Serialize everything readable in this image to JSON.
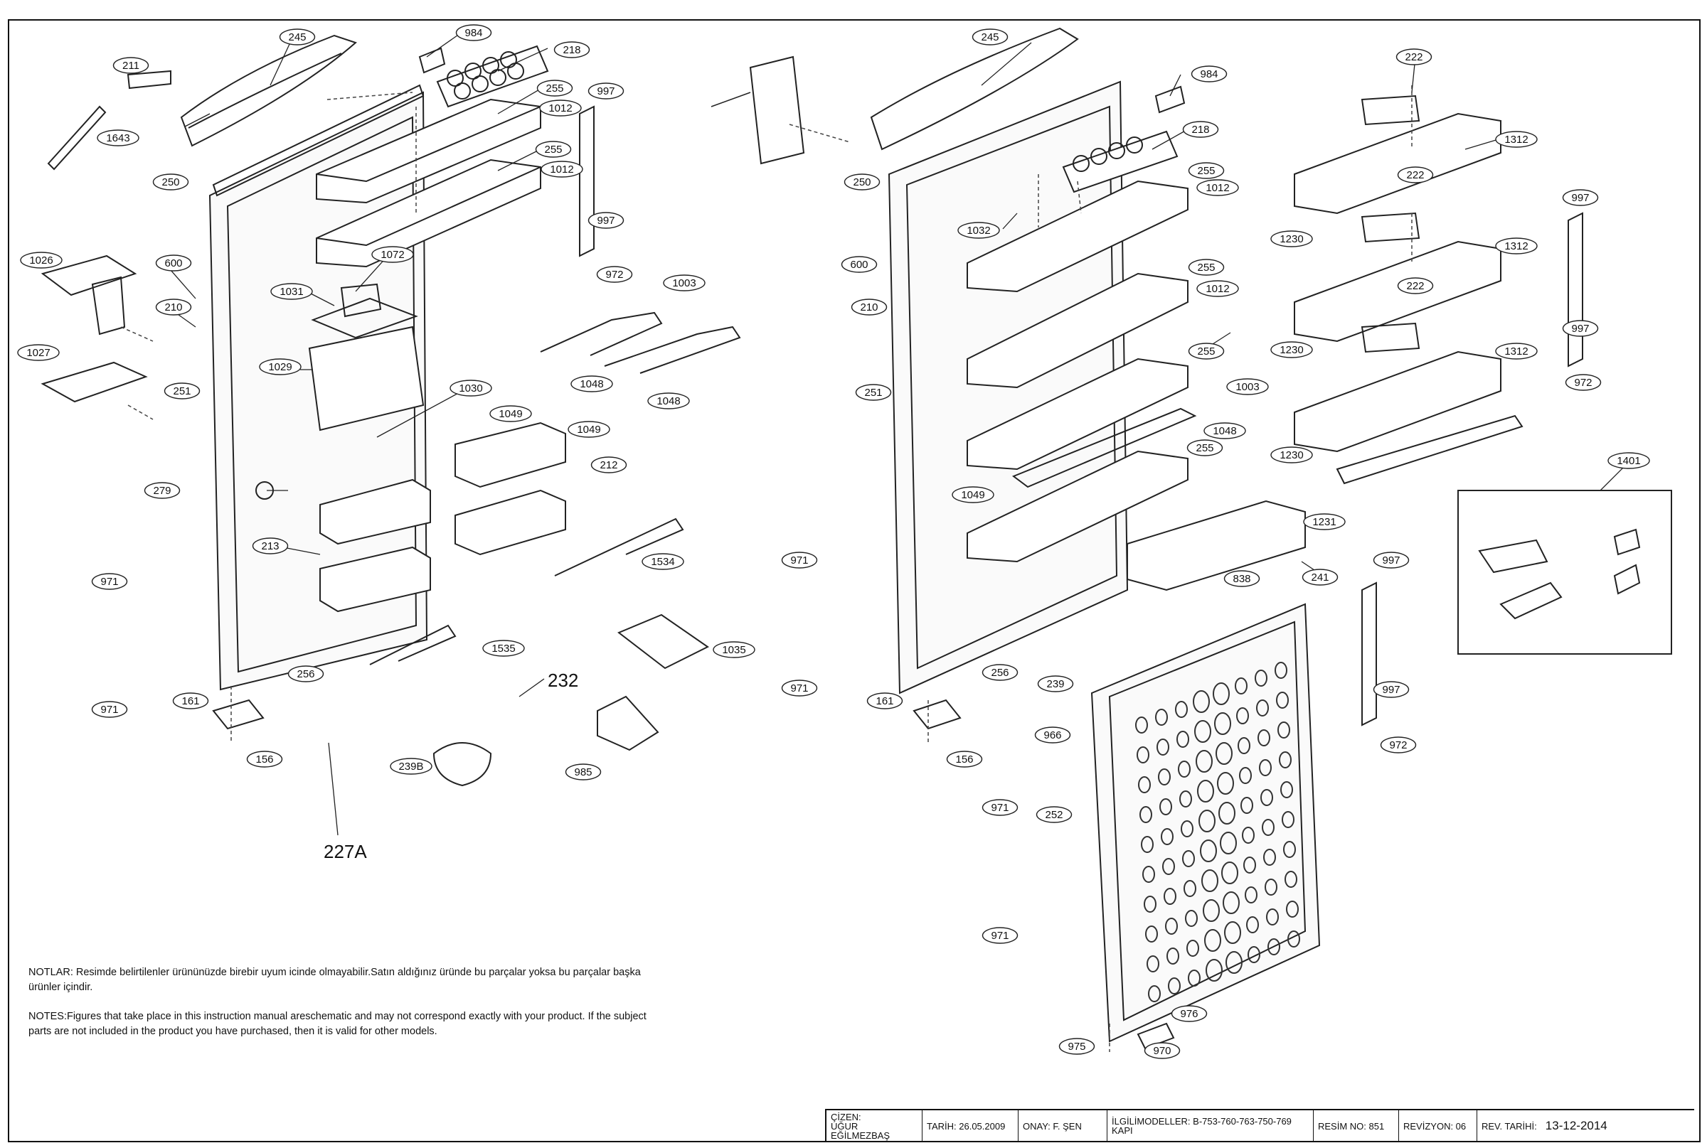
{
  "callouts": {
    "c245a": "245",
    "c984a": "984",
    "c218a": "218",
    "c211": "211",
    "c255a": "255",
    "c1012a": "1012",
    "c997a": "997",
    "c1643": "1643",
    "c255b": "255",
    "c1012b": "1012",
    "c250a": "250",
    "c997b": "997",
    "c972a": "972",
    "c1072": "1072",
    "c1026": "1026",
    "c600a": "600",
    "c1031": "1031",
    "c1003a": "1003",
    "c210a": "210",
    "c1027": "1027",
    "c1029": "1029",
    "c1048a": "1048",
    "c1048b": "1048",
    "c1049a": "1049",
    "c251a": "251",
    "c1030": "1030",
    "c1049b": "1049",
    "c212": "212",
    "c279": "279",
    "c213": "213",
    "c971a": "971",
    "c1534": "1534",
    "c1535": "1535",
    "c1035": "1035",
    "c256a": "256",
    "c161a": "161",
    "c971b": "971",
    "c156a": "156",
    "c239B": "239B",
    "c985": "985",
    "c245b": "245",
    "c984b": "984",
    "c250b": "250",
    "c218b": "218",
    "c1032": "1032",
    "c255c": "255",
    "c1012c": "1012",
    "c600b": "600",
    "c255d": "255",
    "c1012d": "1012",
    "c210b": "210",
    "c255e": "255",
    "c251b": "251",
    "c1003b": "1003",
    "c1048c": "1048",
    "c255f": "255",
    "c1049c": "1049",
    "c971c": "971",
    "c838": "838",
    "c241": "241",
    "c971d": "971",
    "c256b": "256",
    "c161b": "161",
    "c239": "239",
    "c156b": "156",
    "c966": "966",
    "c971e": "971",
    "c252": "252",
    "c971f": "971",
    "c976": "976",
    "c975": "975",
    "c970": "970",
    "c222a": "222",
    "c1312a": "1312",
    "c222b": "222",
    "c1230a": "1230",
    "c997c": "997",
    "c1312b": "1312",
    "c222c": "222",
    "c997d": "997",
    "c1230b": "1230",
    "c1312c": "1312",
    "c972b": "972",
    "c1230c": "1230",
    "c1231": "1231",
    "c1401": "1401",
    "c997e": "997",
    "c997f": "997",
    "c972c": "972"
  },
  "large_labels": {
    "l232": "232",
    "l227A": "227A"
  },
  "notes": {
    "tr": "NOTLAR: Resimde belirtilenler ürününüzde birebir  uyum icinde olmayabilir.Satın aldığınız üründe bu parçalar yoksa bu parçalar başka ürünler içindir.",
    "en": "NOTES:Figures that take place in this instruction manual areschematic  and may not correspond exactly with your product. If the subject parts are not included in the product you have purchased, then it is valid for other models."
  },
  "title_block": {
    "drawn_label": "ÇİZEN:",
    "drawn_by": "UĞUR EĞİLMEZBAŞ",
    "date": "TARİH: 26.05.2009",
    "approved": "ONAY: F. ŞEN",
    "models": "İLGİLİMODELLER: B-753-760-763-750-769",
    "part": "KAPI",
    "sheet_no": "RESİM NO: 851",
    "revision": "REVİZYON: 06",
    "rev_date_label": "REV. TARİHİ:",
    "rev_date": "13-12-2014"
  }
}
